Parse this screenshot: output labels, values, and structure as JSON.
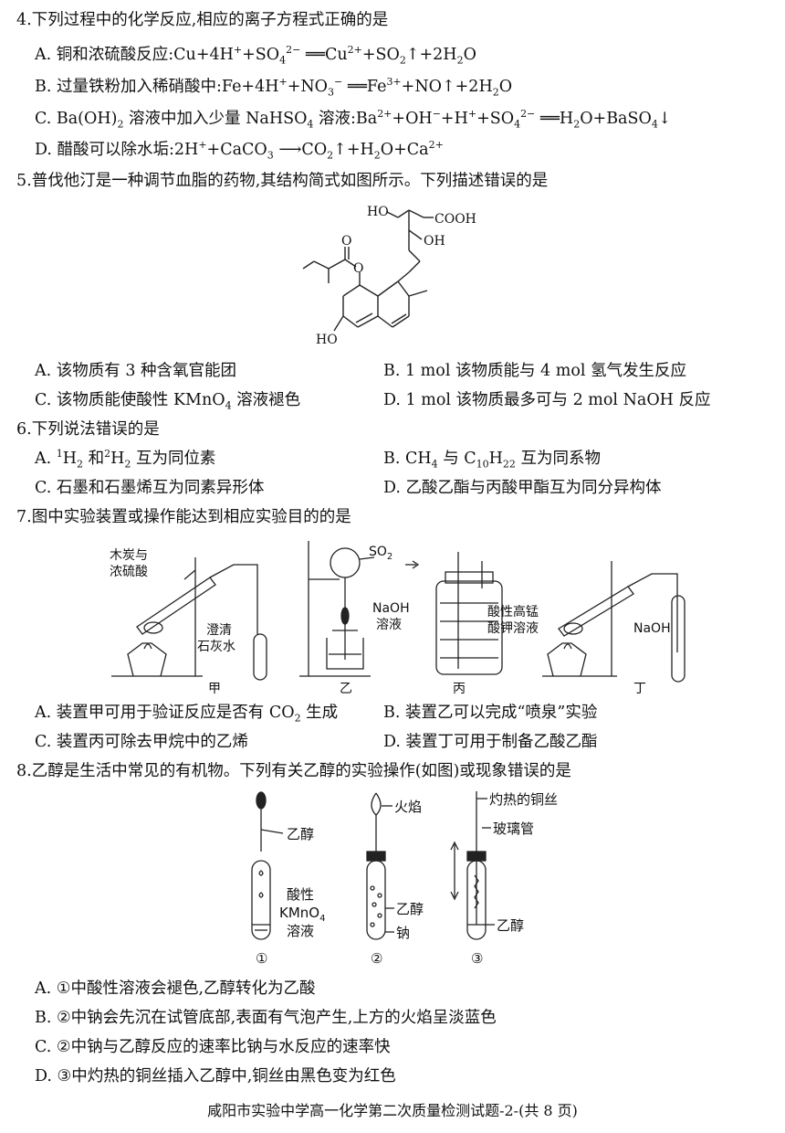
{
  "q4": {
    "stem": "4.下列过程中的化学反应,相应的离子方程式正确的是",
    "a_pre": "A. 铜和浓硫酸反应:Cu+4H",
    "b_pre": "B. 过量铁粉加入稀硝酸中:Fe+4H",
    "c_pre": "C. Ba(OH)",
    "c_mid": " 溶液中加入少量 NaHSO",
    "c_mid2": " 溶液:Ba",
    "d_pre": "D. 醋酸可以除水垢:2H"
  },
  "q5": {
    "stem": "5.普伐他汀是一种调节血脂的药物,其结构简式如图所示。下列描述错误的是",
    "struct_labels": [
      "HO",
      "COOH",
      "OH",
      "O",
      "O",
      "HO"
    ],
    "a": "A. 该物质有 3 种含氧官能团",
    "b": "B. 1 mol 该物质能与 4 mol 氢气发生反应",
    "c_pre": "C. 该物质能使酸性 KMnO",
    "c_post": " 溶液褪色",
    "d": "D. 1 mol 该物质最多可与 2 mol NaOH 反应"
  },
  "q6": {
    "stem": "6.下列说法错误的是",
    "a_post": " 互为同位素",
    "b_post": " 互为同系物",
    "c": "C. 石墨和石墨烯互为同素异形体",
    "d": "D. 乙酸乙酯与丙酸甲酯互为同分异构体"
  },
  "q7": {
    "stem": "7.图中实验装置或操作能达到相应实验目的的是",
    "fig_labels": {
      "jia_reagent1": "木炭与",
      "jia_reagent2": "浓硫酸",
      "jia_lime1": "澄清",
      "jia_lime2": "石灰水",
      "yi_gas": "SO",
      "yi_naoh1": "NaOH",
      "yi_naoh2": "溶液",
      "bing_1": "酸性高锰",
      "bing_2": "酸钾溶液",
      "ding_naoh": "NaOH",
      "cap_jia": "甲",
      "cap_yi": "乙",
      "cap_bing": "丙",
      "cap_ding": "丁"
    },
    "a_pre": "A. 装置甲可用于验证反应是否有 CO",
    "a_post": " 生成",
    "b": "B. 装置乙可以完成“喷泉”实验",
    "c": "C. 装置丙可除去甲烷中的乙烯",
    "d": "D. 装置丁可用于制备乙酸乙酯"
  },
  "q8": {
    "stem": "8.乙醇是生活中常见的有机物。下列有关乙醇的实验操作(如图)或现象错误的是",
    "fig_labels": {
      "ethanol_top": "乙醇",
      "acid1": "酸性",
      "acid2": "KMnO",
      "acid3": "溶液",
      "flame": "火焰",
      "ethanol_mid": "乙醇",
      "sodium": "钠",
      "copper": "灼热的铜丝",
      "glass": "玻璃管",
      "ethanol_right": "乙醇",
      "n1": "①",
      "n2": "②",
      "n3": "③"
    },
    "a": "A. ①中酸性溶液会褪色,乙醇转化为乙酸",
    "b": "B. ②中钠会先沉在试管底部,表面有气泡产生,上方的火焰呈淡蓝色",
    "c": "C. ②中钠与乙醇反应的速率比钠与水反应的速率快",
    "d": "D. ③中灼热的铜丝插入乙醇中,铜丝由黑色变为红色"
  },
  "footer": "咸阳市实验中学高一化学第二次质量检测试题-2-(共 8 页)"
}
